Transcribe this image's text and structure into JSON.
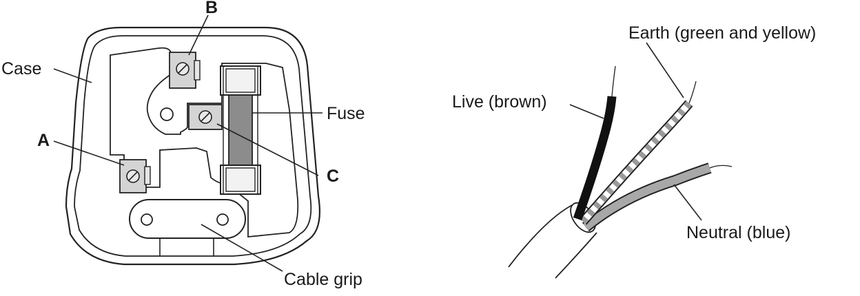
{
  "plug": {
    "labels": {
      "case": "Case",
      "a": "A",
      "b": "B",
      "c": "C",
      "fuse": "Fuse",
      "cable_grip": "Cable grip"
    }
  },
  "cable": {
    "labels": {
      "earth": "Earth (green and yellow)",
      "live": "Live (brown)",
      "neutral": "Neutral (blue)"
    }
  },
  "colors": {
    "ink": "#222222",
    "terminal_fill": "#d4d4d4",
    "fuse_body": "#8c8c8c",
    "live_wire": "#111111",
    "neutral_wire": "#a8a8a8",
    "earth_stripe": "#9a9a9a"
  }
}
